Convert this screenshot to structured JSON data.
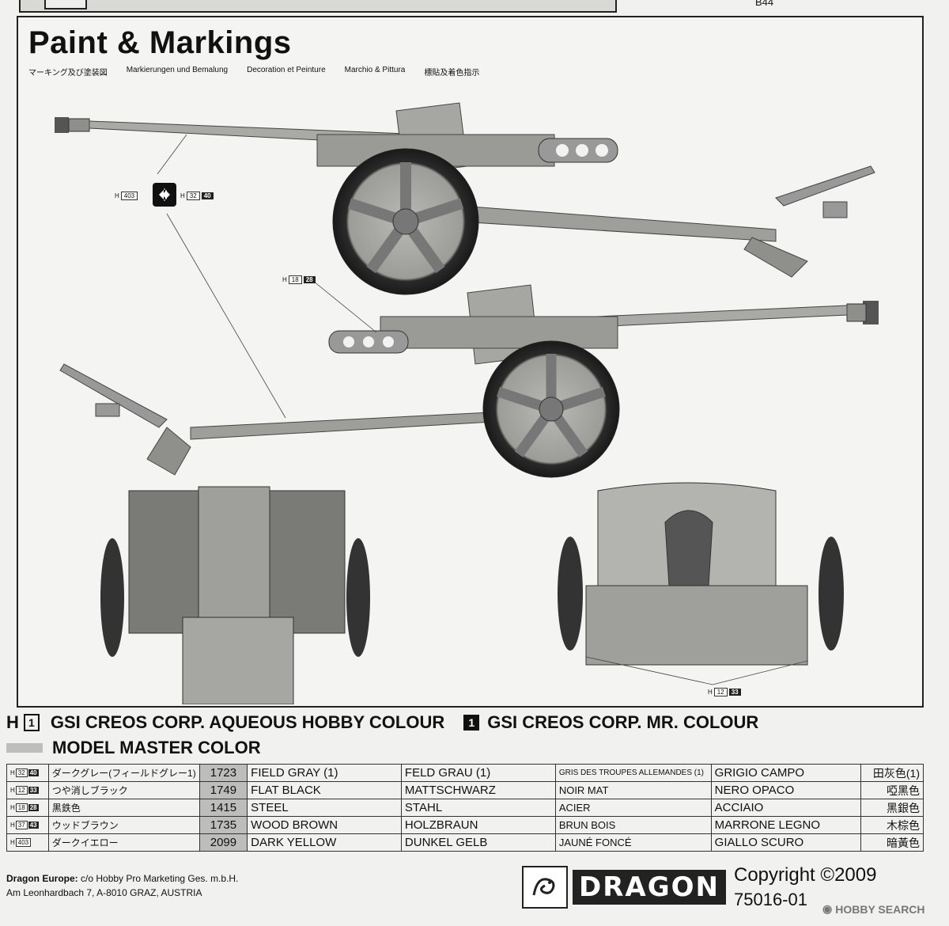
{
  "header": {
    "page_id": "B44",
    "title": "Paint & Markings",
    "subtitles": [
      "マーキング及び塗装図",
      "Markierungen und Bemalung",
      "Decoration et Peinture",
      "Marchio & Pittura",
      "標貼及着色指示"
    ]
  },
  "callouts": {
    "c403": {
      "prefix": "H",
      "num": "403"
    },
    "c3240": {
      "prefix": "H",
      "num": "32",
      "dark": "40"
    },
    "c1828": {
      "prefix": "H",
      "num": "18",
      "dark": "28"
    },
    "c1233": {
      "prefix": "H",
      "num": "12",
      "dark": "33"
    }
  },
  "legend": {
    "aqueous_prefix": "H",
    "aqueous_box": "1",
    "aqueous": "GSI CREOS CORP. AQUEOUS HOBBY COLOUR",
    "mr_box": "1",
    "mr": "GSI CREOS CORP. MR. COLOUR",
    "model_master": "MODEL MASTER COLOR"
  },
  "color_table": [
    {
      "code": "32",
      "dark": "40",
      "jp": "ダークグレー(フィールドグレー1)",
      "num": "1723",
      "en": "FIELD GRAY (1)",
      "de": "FELD GRAU (1)",
      "fr": "GRIS DES TROUPES ALLEMANDES (1)",
      "it": "GRIGIO CAMPO",
      "cn": "田灰色(1)"
    },
    {
      "code": "12",
      "dark": "33",
      "jp": "つや消しブラック",
      "num": "1749",
      "en": "FLAT BLACK",
      "de": "MATTSCHWARZ",
      "fr": "NOIR MAT",
      "it": "NERO OPACO",
      "cn": "啞黑色"
    },
    {
      "code": "18",
      "dark": "28",
      "jp": "黒鉄色",
      "num": "1415",
      "en": "STEEL",
      "de": "STAHL",
      "fr": "ACIER",
      "it": "ACCIAIO",
      "cn": "黑銀色"
    },
    {
      "code": "37",
      "dark": "43",
      "jp": "ウッドブラウン",
      "num": "1735",
      "en": "WOOD BROWN",
      "de": "HOLZBRAUN",
      "fr": "BRUN BOIS",
      "it": "MARRONE LEGNO",
      "cn": "木棕色"
    },
    {
      "code": "403",
      "dark": "",
      "jp": "ダークイエロー",
      "num": "2099",
      "en": "DARK YELLOW",
      "de": "DUNKEL GELB",
      "fr": "JAUNÉ FONCÉ",
      "it": "GIALLO SCURO",
      "cn": "暗黃色"
    }
  ],
  "footer": {
    "company": "Dragon Europe:",
    "line1_rest": " c/o Hobby Pro Marketing Ges. m.b.H.",
    "line2": "Am Leonhardbach 7, A-8010 GRAZ, AUSTRIA",
    "brand": "DRAGON",
    "copyright": "Copyright ©2009",
    "product_no": "75016-01",
    "watermark": "HOBBY SEARCH"
  }
}
